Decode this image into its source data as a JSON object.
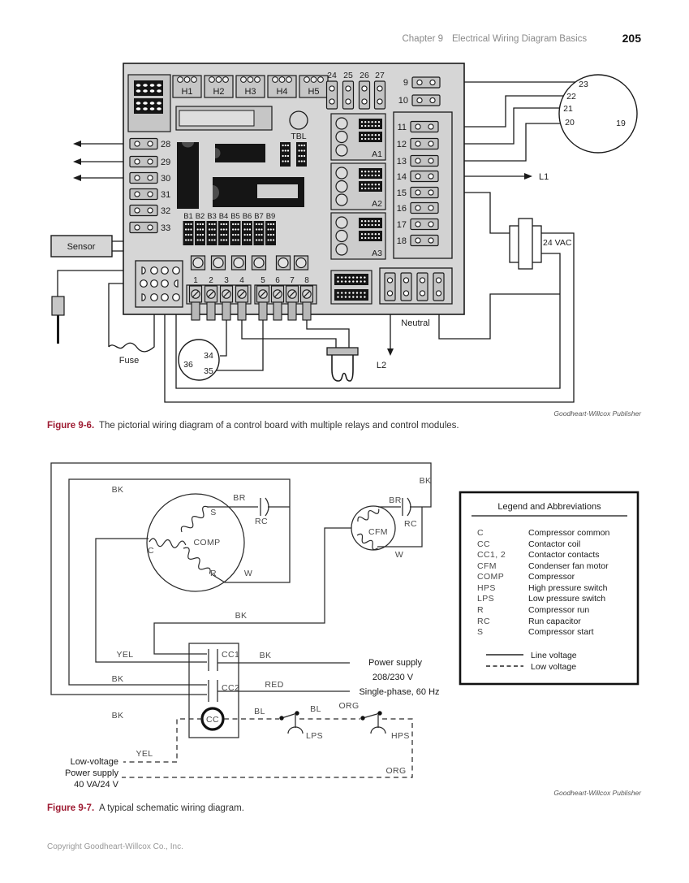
{
  "page": {
    "header": {
      "chapter": "Chapter 9",
      "title": "Electrical Wiring Diagram Basics",
      "page_number": "205"
    },
    "footer": "Copyright Goodheart-Willcox Co., Inc."
  },
  "figure6": {
    "caption_label": "Figure 9-6.",
    "caption_text": "The pictorial wiring diagram of a control board with multiple relays and control modules.",
    "credit": "Goodheart-Willcox Publisher",
    "headers": [
      "H1",
      "H2",
      "H3",
      "H4",
      "H5"
    ],
    "top_fuses": [
      "24",
      "25",
      "26",
      "27"
    ],
    "left_terminals": [
      "28",
      "29",
      "30",
      "31",
      "32",
      "33"
    ],
    "right_top_terminals": [
      "9",
      "10"
    ],
    "right_terminals": [
      "11",
      "12",
      "13",
      "14",
      "15",
      "16",
      "17",
      "18"
    ],
    "relay_modules": [
      "A1",
      "A2",
      "A3"
    ],
    "b_connectors": [
      "B1",
      "B2",
      "B3",
      "B4",
      "B5",
      "B6",
      "B7",
      "B9"
    ],
    "screw_terminals": [
      "1",
      "2",
      "3",
      "4",
      "5",
      "6",
      "7",
      "8"
    ],
    "dial_terminals": [
      "23",
      "22",
      "21",
      "20",
      "19"
    ],
    "lower_terminals": [
      "36",
      "34",
      "35"
    ],
    "tbl": "TBL",
    "sensor": "Sensor",
    "fuse": "Fuse",
    "neutral": "Neutral",
    "l1": "L1",
    "l2": "L2",
    "transformer": "24 VAC"
  },
  "figure7": {
    "caption_label": "Figure 9-7.",
    "caption_text": "A typical schematic wiring diagram.",
    "credit": "Goodheart-Willcox Publisher",
    "legend": {
      "title": "Legend and Abbreviations",
      "entries": [
        {
          "abbr": "C",
          "desc": "Compressor common"
        },
        {
          "abbr": "CC",
          "desc": "Contactor coil"
        },
        {
          "abbr": "CC1, 2",
          "desc": "Contactor contacts"
        },
        {
          "abbr": "CFM",
          "desc": "Condenser fan motor"
        },
        {
          "abbr": "COMP",
          "desc": "Compressor"
        },
        {
          "abbr": "HPS",
          "desc": "High pressure switch"
        },
        {
          "abbr": "LPS",
          "desc": "Low pressure switch"
        },
        {
          "abbr": "R",
          "desc": "Compressor run"
        },
        {
          "abbr": "RC",
          "desc": "Run capacitor"
        },
        {
          "abbr": "S",
          "desc": "Compressor start"
        }
      ],
      "line_voltage": "Line voltage",
      "low_voltage": "Low voltage"
    },
    "wire_labels": {
      "bk": "BK",
      "br": "BR",
      "rc": "RC",
      "w": "W",
      "s": "S",
      "c": "C",
      "r": "R",
      "yel": "YEL",
      "red": "RED",
      "bl": "BL",
      "org": "ORG"
    },
    "components": {
      "comp": "COMP",
      "cfm": "CFM",
      "cc": "CC",
      "cc1": "CC1",
      "cc2": "CC2",
      "lps": "LPS",
      "hps": "HPS"
    },
    "power_supply": [
      "Power supply",
      "208/230 V",
      "Single-phase, 60 Hz"
    ],
    "low_voltage_supply": [
      "Low-voltage",
      "Power supply",
      "40 VA/24 V"
    ]
  }
}
